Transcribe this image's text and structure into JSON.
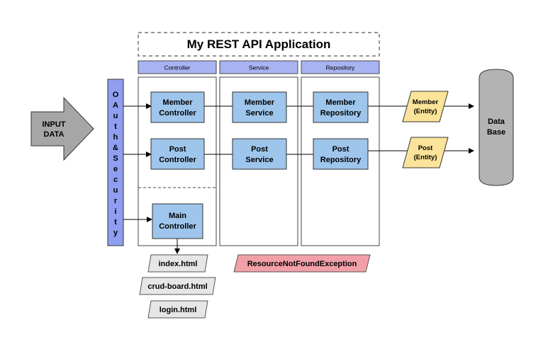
{
  "title": "My REST API Application",
  "input": {
    "line1": "INPUT",
    "line2": "DATA"
  },
  "security": {
    "label": "OAuth&Security"
  },
  "layers": {
    "controller": "Controller",
    "service": "Service",
    "repository": "Repository"
  },
  "controllers": {
    "member": {
      "line1": "Member",
      "line2": "Controller"
    },
    "post": {
      "line1": "Post",
      "line2": "Controller"
    },
    "main": {
      "line1": "Main",
      "line2": "Controller"
    }
  },
  "services": {
    "member": {
      "line1": "Member",
      "line2": "Service"
    },
    "post": {
      "line1": "Post",
      "line2": "Service"
    }
  },
  "repositories": {
    "member": {
      "line1": "Member",
      "line2": "Repository"
    },
    "post": {
      "line1": "Post",
      "line2": "Repository"
    }
  },
  "entities": {
    "member": {
      "line1": "Member",
      "line2": "(Entity)"
    },
    "post": {
      "line1": "Post",
      "line2": "(Entity)"
    }
  },
  "database": {
    "line1": "Data",
    "line2": "Base"
  },
  "views": {
    "index": "index.html",
    "crud_board": "crud-board.html",
    "login": "login.html"
  },
  "exception": "ResourceNotFoundException",
  "colors": {
    "component": "#9ec5eb",
    "layer_header": "#a8b3f2",
    "security_bar": "#8f9ef0",
    "entity": "#fbe49a",
    "exception": "#f2a0a8",
    "database": "#b3b3b3",
    "view": "#e6e6e6",
    "input_arrow": "#a6a6a6"
  }
}
